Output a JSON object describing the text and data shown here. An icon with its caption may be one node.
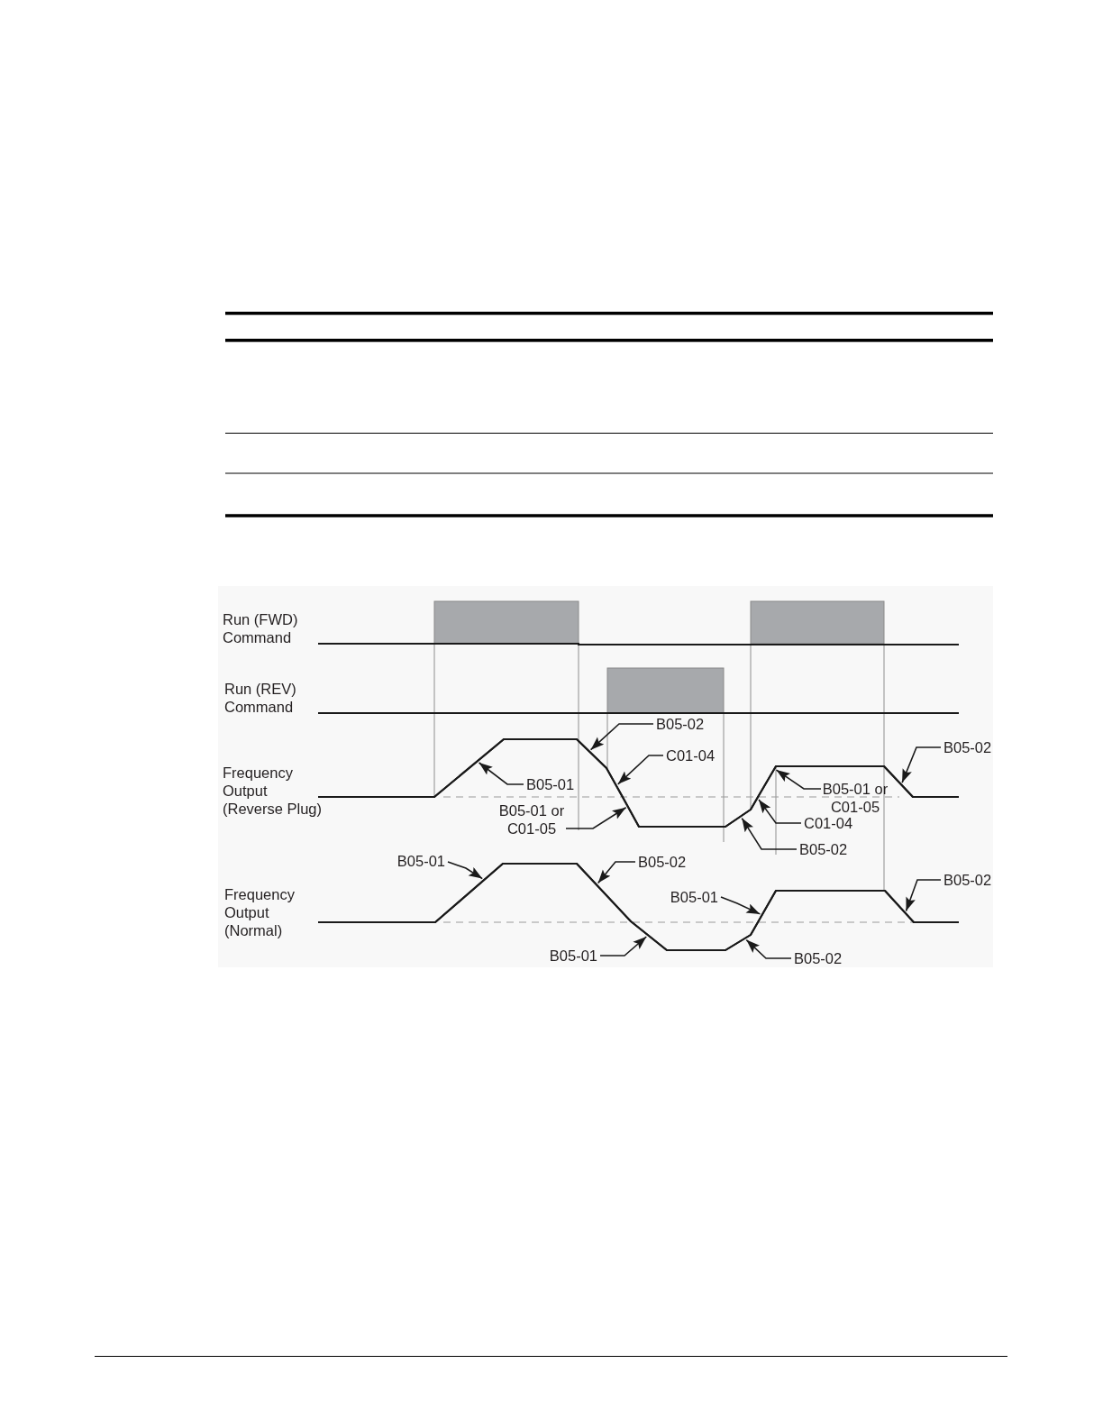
{
  "diagram": {
    "nodes": [
      {
        "text": [
          "B05-02"
        ]
      },
      {
        "text": [
          "B05-02"
        ]
      },
      {
        "text": [
          "C01-04"
        ]
      },
      {
        "text": [
          "B05-01"
        ]
      },
      {
        "text": [
          "B05-01 or C01-05"
        ]
      },
      {
        "text": [
          "B05-01 or C01-05"
        ]
      },
      {
        "text": [
          "C01-04"
        ]
      },
      {
        "text": [
          "B05-02"
        ]
      },
      {
        "text": [
          "B05-01"
        ]
      },
      {
        "text": [
          "B05-02"
        ]
      },
      {
        "text": [
          "B05-02"
        ]
      },
      {
        "text": [
          "B05-01"
        ]
      },
      {
        "text": [
          "B05-01"
        ]
      },
      {
        "text": [
          "B05-02"
        ]
      },
      {
        "text": [],
        "shape": "line"
      },
      {
        "text": [],
        "shape": "line"
      },
      {
        "text": [],
        "shape": "line"
      },
      {
        "text": [],
        "shape": "line"
      },
      {
        "text": [],
        "shape": "line"
      },
      {
        "text": [],
        "shape": "line"
      },
      {
        "text": [],
        "shape": "line"
      },
      {
        "text": [],
        "shape": "line"
      },
      {
        "text": [],
        "shape": "line"
      },
      {
        "text": [],
        "shape": "line"
      },
      {
        "text": [],
        "shape": "line"
      },
      {
        "text": [],
        "shape": "line"
      },
      {
        "text": [],
        "shape": "line"
      },
      {
        "text": [],
        "shape": "line"
      }
    ],
    "edges": [
      {
        "from": 0,
        "to": 15,
        "arrow": "to"
      },
      {
        "from": 1,
        "to": 21,
        "arrow": "to"
      },
      {
        "from": 2,
        "to": 16,
        "arrow": "to"
      },
      {
        "from": 3,
        "to": 14,
        "arrow": "to"
      },
      {
        "from": 4,
        "to": 20,
        "arrow": "to"
      },
      {
        "from": 5,
        "to": 17,
        "arrow": "to"
      },
      {
        "from": 6,
        "to": 19,
        "arrow": "to"
      },
      {
        "from": 7,
        "to": 18,
        "arrow": "to"
      },
      {
        "from": 8,
        "to": 22,
        "arrow": "to"
      },
      {
        "from": 9,
        "to": 23,
        "arrow": "to"
      },
      {
        "from": 10,
        "to": 27,
        "arrow": "to"
      },
      {
        "from": 11,
        "to": 26,
        "arrow": "to"
      },
      {
        "from": 12,
        "to": 24,
        "arrow": "to"
      },
      {
        "from": 13,
        "to": 25,
        "arrow": "to"
      }
    ],
    "labels": [
      "Run (FWD) Command",
      "Run (REV) Command",
      "Frequency Output (Reverse Plug)",
      "Frequency Output (Normal)"
    ]
  }
}
